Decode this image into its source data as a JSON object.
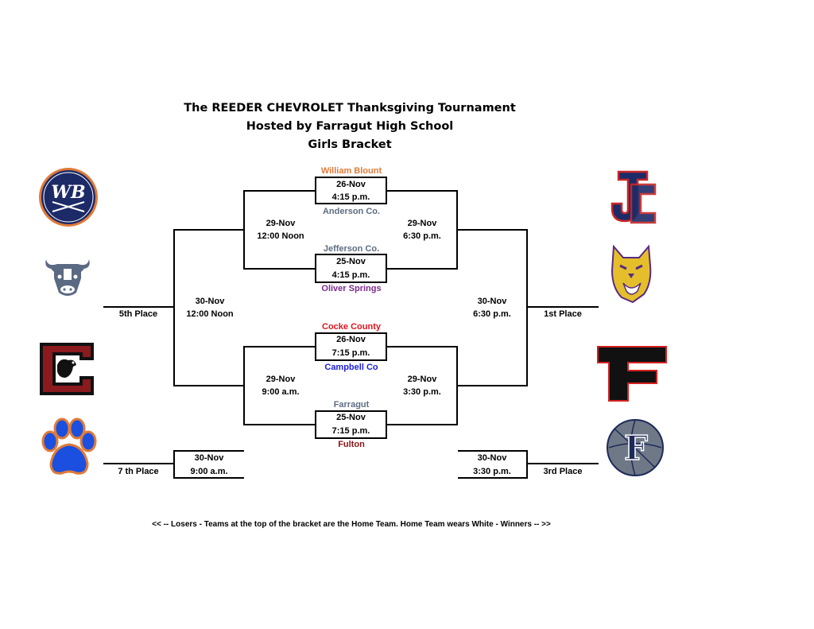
{
  "titles": {
    "line1": "The REEDER CHEVROLET Thanksgiving Tournament",
    "line2": "Hosted by Farragut High School",
    "line3": "Girls Bracket"
  },
  "colors": {
    "william_blount": "#e07b39",
    "gray_team": "#5d6d83",
    "oliver_springs": "#7b2a8e",
    "cocke_county": "#e0141e",
    "campbell_co": "#1a1fd8",
    "fulton": "#8b1414"
  },
  "logos": {
    "left": [
      "wb-logo-icon",
      "bull-logo-icon",
      "gamecock-c-logo-icon",
      "paw-logo-icon"
    ],
    "right": [
      "jc-logo-icon",
      "wildcat-logo-icon",
      "f-logo-icon",
      "f-basketball-logo-icon"
    ],
    "wb_text": "WB",
    "jc_text": "JC",
    "f_text": "F",
    "fb_text": "F"
  },
  "game1": {
    "home": "William Blount",
    "date": "26-Nov",
    "time": "4:15 p.m.",
    "away": "Anderson Co."
  },
  "game2": {
    "home": "Jefferson Co.",
    "date": "25-Nov",
    "time": "4:15 p.m.",
    "away": "Oliver Springs"
  },
  "game3": {
    "home": "Cocke County",
    "date": "26-Nov",
    "time": "7:15 p.m.",
    "away": "Campbell Co"
  },
  "game4": {
    "home": "Farragut",
    "date": "25-Nov",
    "time": "7:15 p.m.",
    "away": "Fulton"
  },
  "semis": {
    "top_left": {
      "date": "29-Nov",
      "time": "12:00 Noon"
    },
    "top_right": {
      "date": "29-Nov",
      "time": "6:30 p.m."
    },
    "bottom_left": {
      "date": "29-Nov",
      "time": "9:00 a.m."
    },
    "bottom_right": {
      "date": "29-Nov",
      "time": "3:30 p.m."
    }
  },
  "finals": {
    "fifth": {
      "date": "30-Nov",
      "time": "12:00 Noon",
      "label": "5th Place"
    },
    "first": {
      "date": "30-Nov",
      "time": "6:30 p.m.",
      "label": "1st Place"
    },
    "seventh": {
      "date": "30-Nov",
      "time": "9:00 a.m.",
      "label": "7 th Place"
    },
    "third": {
      "date": "30-Nov",
      "time": "3:30 p.m.",
      "label": "3rd Place"
    }
  },
  "footer": "<< --  Losers  -  Teams at the top of the bracket are the Home Team. Home Team wears White  -  Winners  -- >>"
}
